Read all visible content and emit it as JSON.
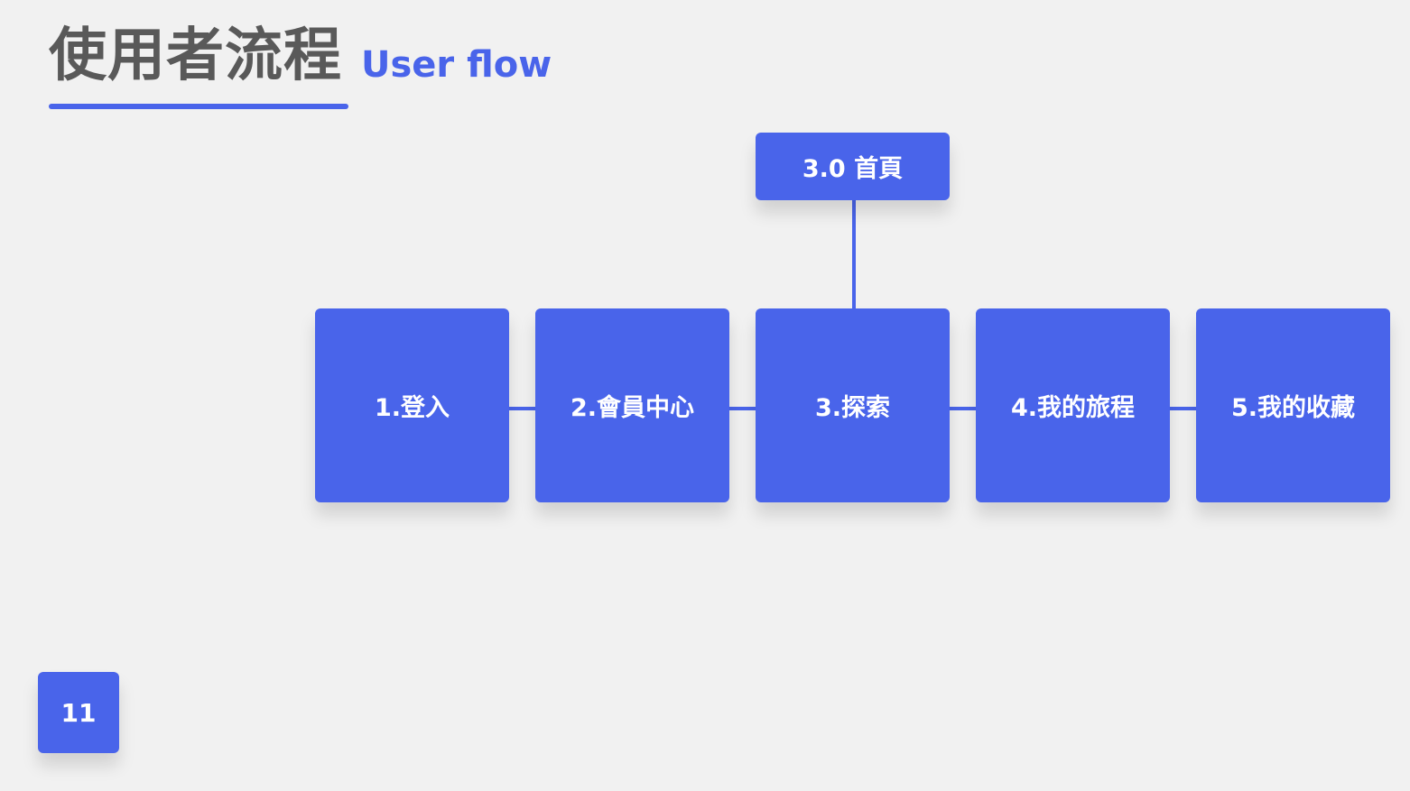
{
  "header": {
    "title_zh": "使用者流程",
    "title_en": "User flow"
  },
  "diagram": {
    "home": "3.0 首頁",
    "nodes": [
      "1.登入",
      "2.會員中心",
      "3.探索",
      "4.我的旅程",
      "5.我的收藏"
    ]
  },
  "footer": {
    "page_number": "11"
  },
  "colors": {
    "accent": "#4964ea",
    "title_gray": "#595959",
    "background": "#f1f1f1"
  }
}
